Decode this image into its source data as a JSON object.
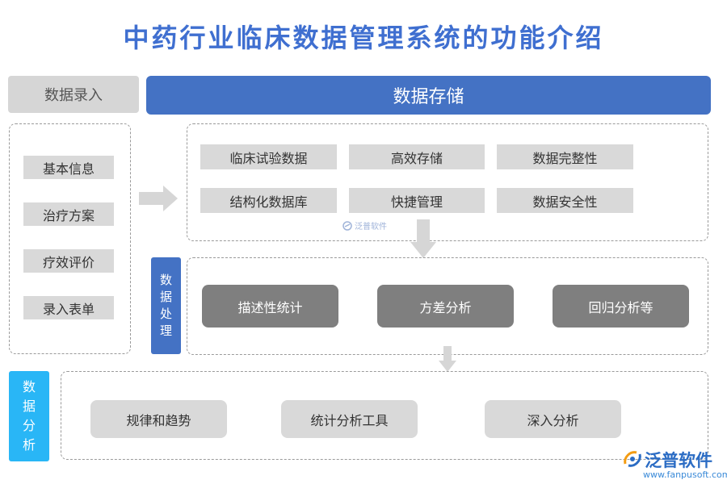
{
  "title": "中药行业临床数据管理系统的功能介绍",
  "header": {
    "input_label": "数据录入",
    "storage_label": "数据存储"
  },
  "input_items": [
    "基本信息",
    "治疗方案",
    "疗效评价",
    "录入表单"
  ],
  "storage_items": [
    "临床试验数据",
    "高效存储",
    "数据完整性",
    "结构化数据库",
    "快捷管理",
    "数据安全性"
  ],
  "processing": {
    "label_chars": [
      "数",
      "据",
      "处",
      "理"
    ],
    "items": [
      "描述性统计",
      "方差分析",
      "回归分析等"
    ]
  },
  "analysis": {
    "label_chars": [
      "数",
      "据",
      "分",
      "析"
    ],
    "items": [
      "规律和趋势",
      "统计分析工具",
      "深入分析"
    ]
  },
  "watermark": "泛普软件",
  "logo": {
    "name": "泛普软件",
    "url": "www.fanpusoft.com"
  },
  "colors": {
    "title": "#3f6fd0",
    "storage_header": "#4472c4",
    "processing_label": "#4472c4",
    "analysis_label": "#29b6f6"
  }
}
